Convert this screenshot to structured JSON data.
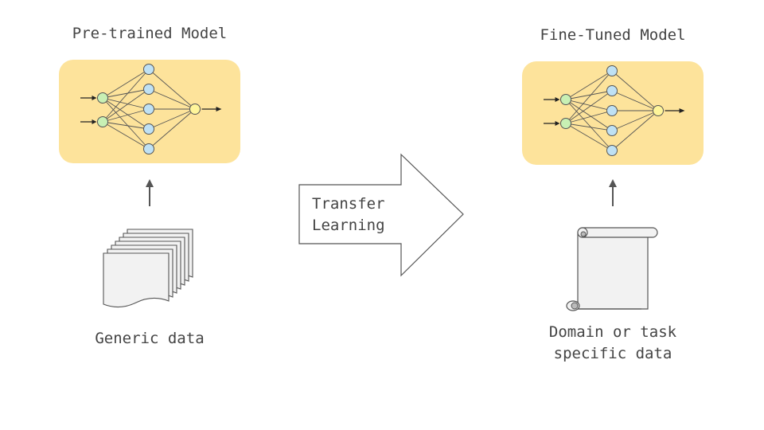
{
  "pretrained": {
    "title": "Pre-trained Model",
    "data_caption": "Generic data"
  },
  "finetuned": {
    "title": "Fine-Tuned Model",
    "data_caption_line1": "Domain or task",
    "data_caption_line2": "specific data"
  },
  "transfer": {
    "line1": "Transfer",
    "line2": "Learning"
  },
  "colors": {
    "model_box": "#fde39b",
    "input_node": "#c8f0b4",
    "hidden_node": "#bfe1f4",
    "output_node": "#fff59a",
    "stroke": "#555555"
  },
  "icons": {
    "generic_data": "stacked-documents-icon",
    "specific_data": "scroll-icon",
    "transfer": "right-block-arrow"
  }
}
